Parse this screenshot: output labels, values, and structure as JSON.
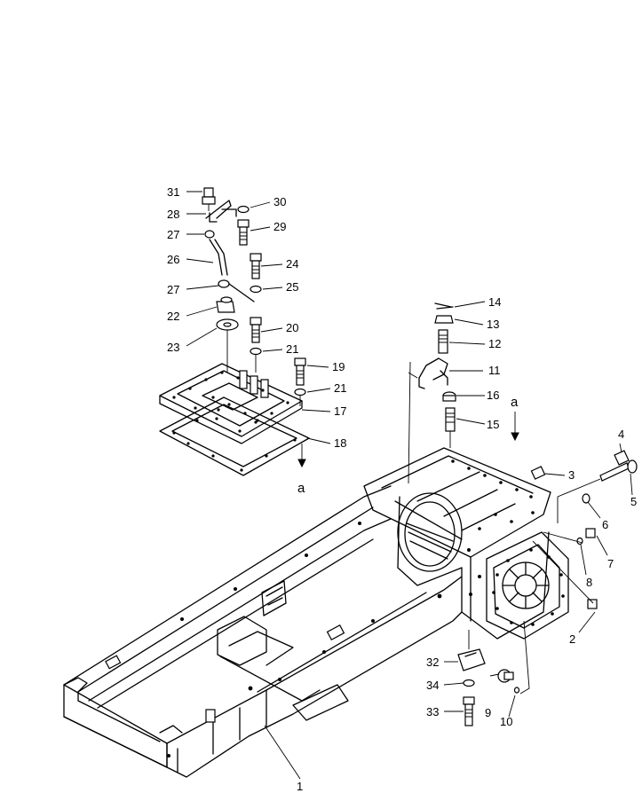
{
  "callouts": [
    {
      "id": "c1",
      "text": "1"
    },
    {
      "id": "c2",
      "text": "2"
    },
    {
      "id": "c3",
      "text": "3"
    },
    {
      "id": "c4",
      "text": "4"
    },
    {
      "id": "c5",
      "text": "5"
    },
    {
      "id": "c6",
      "text": "6"
    },
    {
      "id": "c7",
      "text": "7"
    },
    {
      "id": "c8",
      "text": "8"
    },
    {
      "id": "c9",
      "text": "9"
    },
    {
      "id": "c10",
      "text": "10"
    },
    {
      "id": "c11",
      "text": "11"
    },
    {
      "id": "c12",
      "text": "12"
    },
    {
      "id": "c13",
      "text": "13"
    },
    {
      "id": "c14",
      "text": "14"
    },
    {
      "id": "c15",
      "text": "15"
    },
    {
      "id": "c16",
      "text": "16"
    },
    {
      "id": "c17",
      "text": "17"
    },
    {
      "id": "c18",
      "text": "18"
    },
    {
      "id": "c19",
      "text": "19"
    },
    {
      "id": "c20",
      "text": "20"
    },
    {
      "id": "c21a",
      "text": "21"
    },
    {
      "id": "c21b",
      "text": "21"
    },
    {
      "id": "c22",
      "text": "22"
    },
    {
      "id": "c23",
      "text": "23"
    },
    {
      "id": "c24",
      "text": "24"
    },
    {
      "id": "c25",
      "text": "25"
    },
    {
      "id": "c26",
      "text": "26"
    },
    {
      "id": "c27a",
      "text": "27"
    },
    {
      "id": "c27b",
      "text": "27"
    },
    {
      "id": "c28",
      "text": "28"
    },
    {
      "id": "c29",
      "text": "29"
    },
    {
      "id": "c30",
      "text": "30"
    },
    {
      "id": "c31",
      "text": "31"
    },
    {
      "id": "c32",
      "text": "32"
    },
    {
      "id": "c33",
      "text": "33"
    },
    {
      "id": "c34",
      "text": "34"
    }
  ],
  "section_marks": [
    {
      "id": "a-left",
      "text": "a"
    },
    {
      "id": "a-right",
      "text": "a"
    }
  ]
}
